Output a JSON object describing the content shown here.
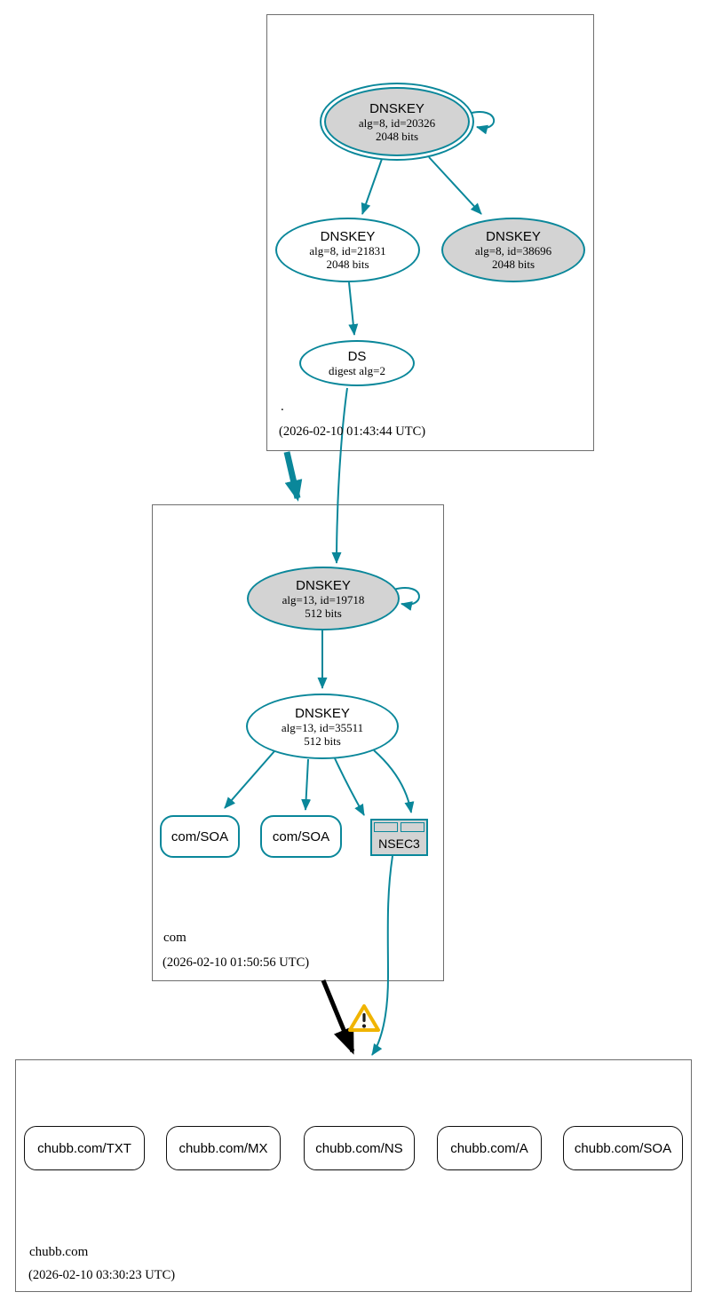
{
  "colors": {
    "secure_teal": "#0a879a",
    "node_fill_gray": "#d3d3d3",
    "warning_gold": "#f0b400",
    "edge_black": "#000000",
    "zone_box_border": "#6e6e6e"
  },
  "zones": {
    "root": {
      "label": ".",
      "timestamp": "(2026-02-10 01:43:44 UTC)",
      "ksk": {
        "title": "DNSKEY",
        "detail": "alg=8, id=20326",
        "size": "2048 bits"
      },
      "zsk": {
        "title": "DNSKEY",
        "detail": "alg=8, id=21831",
        "size": "2048 bits"
      },
      "key38696": {
        "title": "DNSKEY",
        "detail": "alg=8, id=38696",
        "size": "2048 bits"
      },
      "ds": {
        "title": "DS",
        "detail": "digest alg=2"
      }
    },
    "com": {
      "label": "com",
      "timestamp": "(2026-02-10 01:50:56 UTC)",
      "ksk": {
        "title": "DNSKEY",
        "detail": "alg=13, id=19718",
        "size": "512 bits"
      },
      "zsk": {
        "title": "DNSKEY",
        "detail": "alg=13, id=35511",
        "size": "512 bits"
      },
      "soa1": {
        "label": "com/SOA"
      },
      "soa2": {
        "label": "com/SOA"
      },
      "nsec3": {
        "label": "NSEC3"
      }
    },
    "chubb": {
      "label": "chubb.com",
      "timestamp": "(2026-02-10 03:30:23 UTC)",
      "records": [
        {
          "label": "chubb.com/TXT"
        },
        {
          "label": "chubb.com/MX"
        },
        {
          "label": "chubb.com/NS"
        },
        {
          "label": "chubb.com/A"
        },
        {
          "label": "chubb.com/SOA"
        }
      ]
    }
  }
}
